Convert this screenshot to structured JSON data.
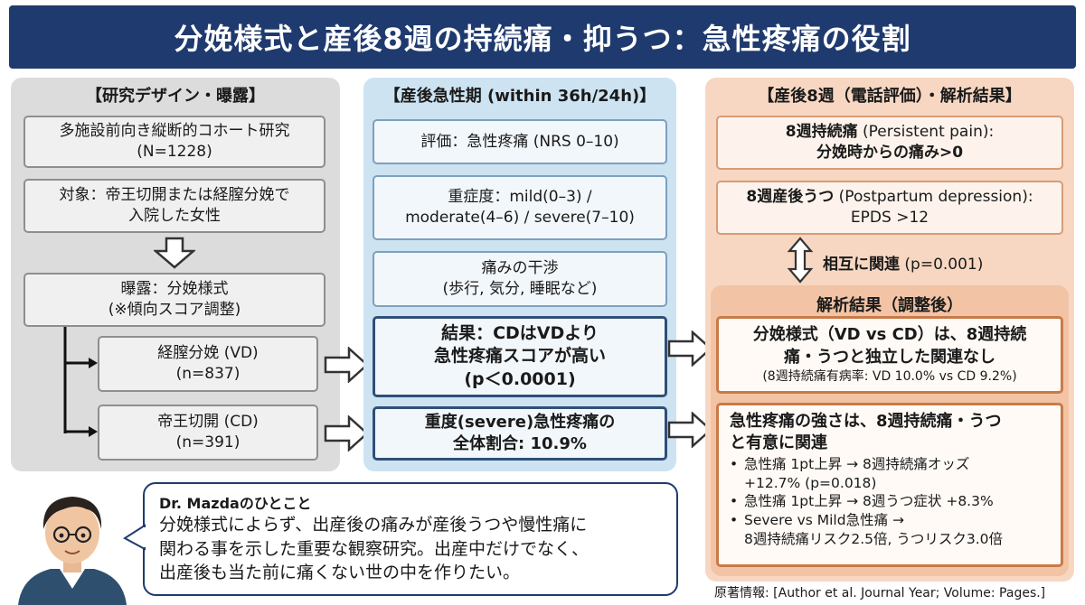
{
  "title": "分娩様式と産後8週の持続痛・抑うつ：急性疼痛の役割",
  "left_panel": {
    "header": "【研究デザイン・曝露】",
    "study_design": {
      "line1": "多施設前向き縦断的コホート研究",
      "line2": "(N=1228)"
    },
    "subjects": {
      "line1": "対象：帝王切開または経膣分娩で",
      "line2": "入院した女性"
    },
    "exposure": {
      "line1": "曝露：分娩様式",
      "line2": "(※傾向スコア調整)"
    },
    "vd": {
      "line1": "経膣分娩 (VD)",
      "line2": "(n=837)"
    },
    "cd": {
      "line1": "帝王切開 (CD)",
      "line2": "(n=391)"
    }
  },
  "middle_panel": {
    "header": "【産後急性期 (within 36h/24h)】",
    "assessment": "評価：急性疼痛 (NRS 0–10)",
    "severity": {
      "line1": "重症度：mild(0–3) /",
      "line2": "moderate(4–6) / severe(7–10)"
    },
    "interference": {
      "line1": "痛みの干渉",
      "line2": "(歩行, 気分, 睡眠など)"
    },
    "result": {
      "line1": "結果：CDはVDより",
      "line2": "急性疼痛スコアが高い",
      "line3": "(p＜0.0001)"
    },
    "severe": {
      "line1": "重度(severe)急性疼痛の",
      "line2": "全体割合: 10.9%"
    }
  },
  "right_panel": {
    "header": "【産後8週（電話評価）・解析結果】",
    "persistent_pain": {
      "title": "8週持続痛",
      "en": " (Persistent pain):",
      "line2": "分娩時からの痛み>0"
    },
    "depression": {
      "title": "8週産後うつ",
      "en": " (Postpartum depression):",
      "line2": "EPDS >12"
    },
    "correlation": {
      "label": "相互に関連",
      "p": " (p=0.001)"
    },
    "analysis": {
      "header": "解析結果（調整後）",
      "finding1": {
        "line1": "分娩様式（VD vs CD）は、8週持続",
        "line2": "痛・うつと独立した関連なし",
        "note": "(8週持続痛有病率: VD 10.0% vs CD 9.2%)"
      },
      "finding2": {
        "line1": "急性疼痛の強さは、8週持続痛・うつ",
        "line2": "と有意に関連",
        "bullets": [
          "急性痛 1pt上昇 → 8週持続痛オッズ",
          "+12.7% (p=0.018)",
          "急性痛 1pt上昇 → 8週うつ症状 +8.3%",
          "Severe vs Mild急性痛 →",
          "8週持続痛リスク2.5倍, うつリスク3.0倍"
        ]
      }
    }
  },
  "comment": {
    "name": "Dr. Mazdaのひとこと",
    "line1": "分娩様式によらず、出産後の痛みが産後うつや慢性痛に",
    "line2": "関わる事を示した重要な観察研究。出産中だけでなく、",
    "line3": "出産後も当た前に痛くない世の中を作りたい。"
  },
  "citation": "原著情報: [Author et al. Journal Year; Volume: Pages.]",
  "colors": {
    "header_bg": "#1f3a6e",
    "gray_panel": "#dcdcdc",
    "blue_panel": "#cde3f2",
    "orange_panel": "#f7d7c2"
  }
}
